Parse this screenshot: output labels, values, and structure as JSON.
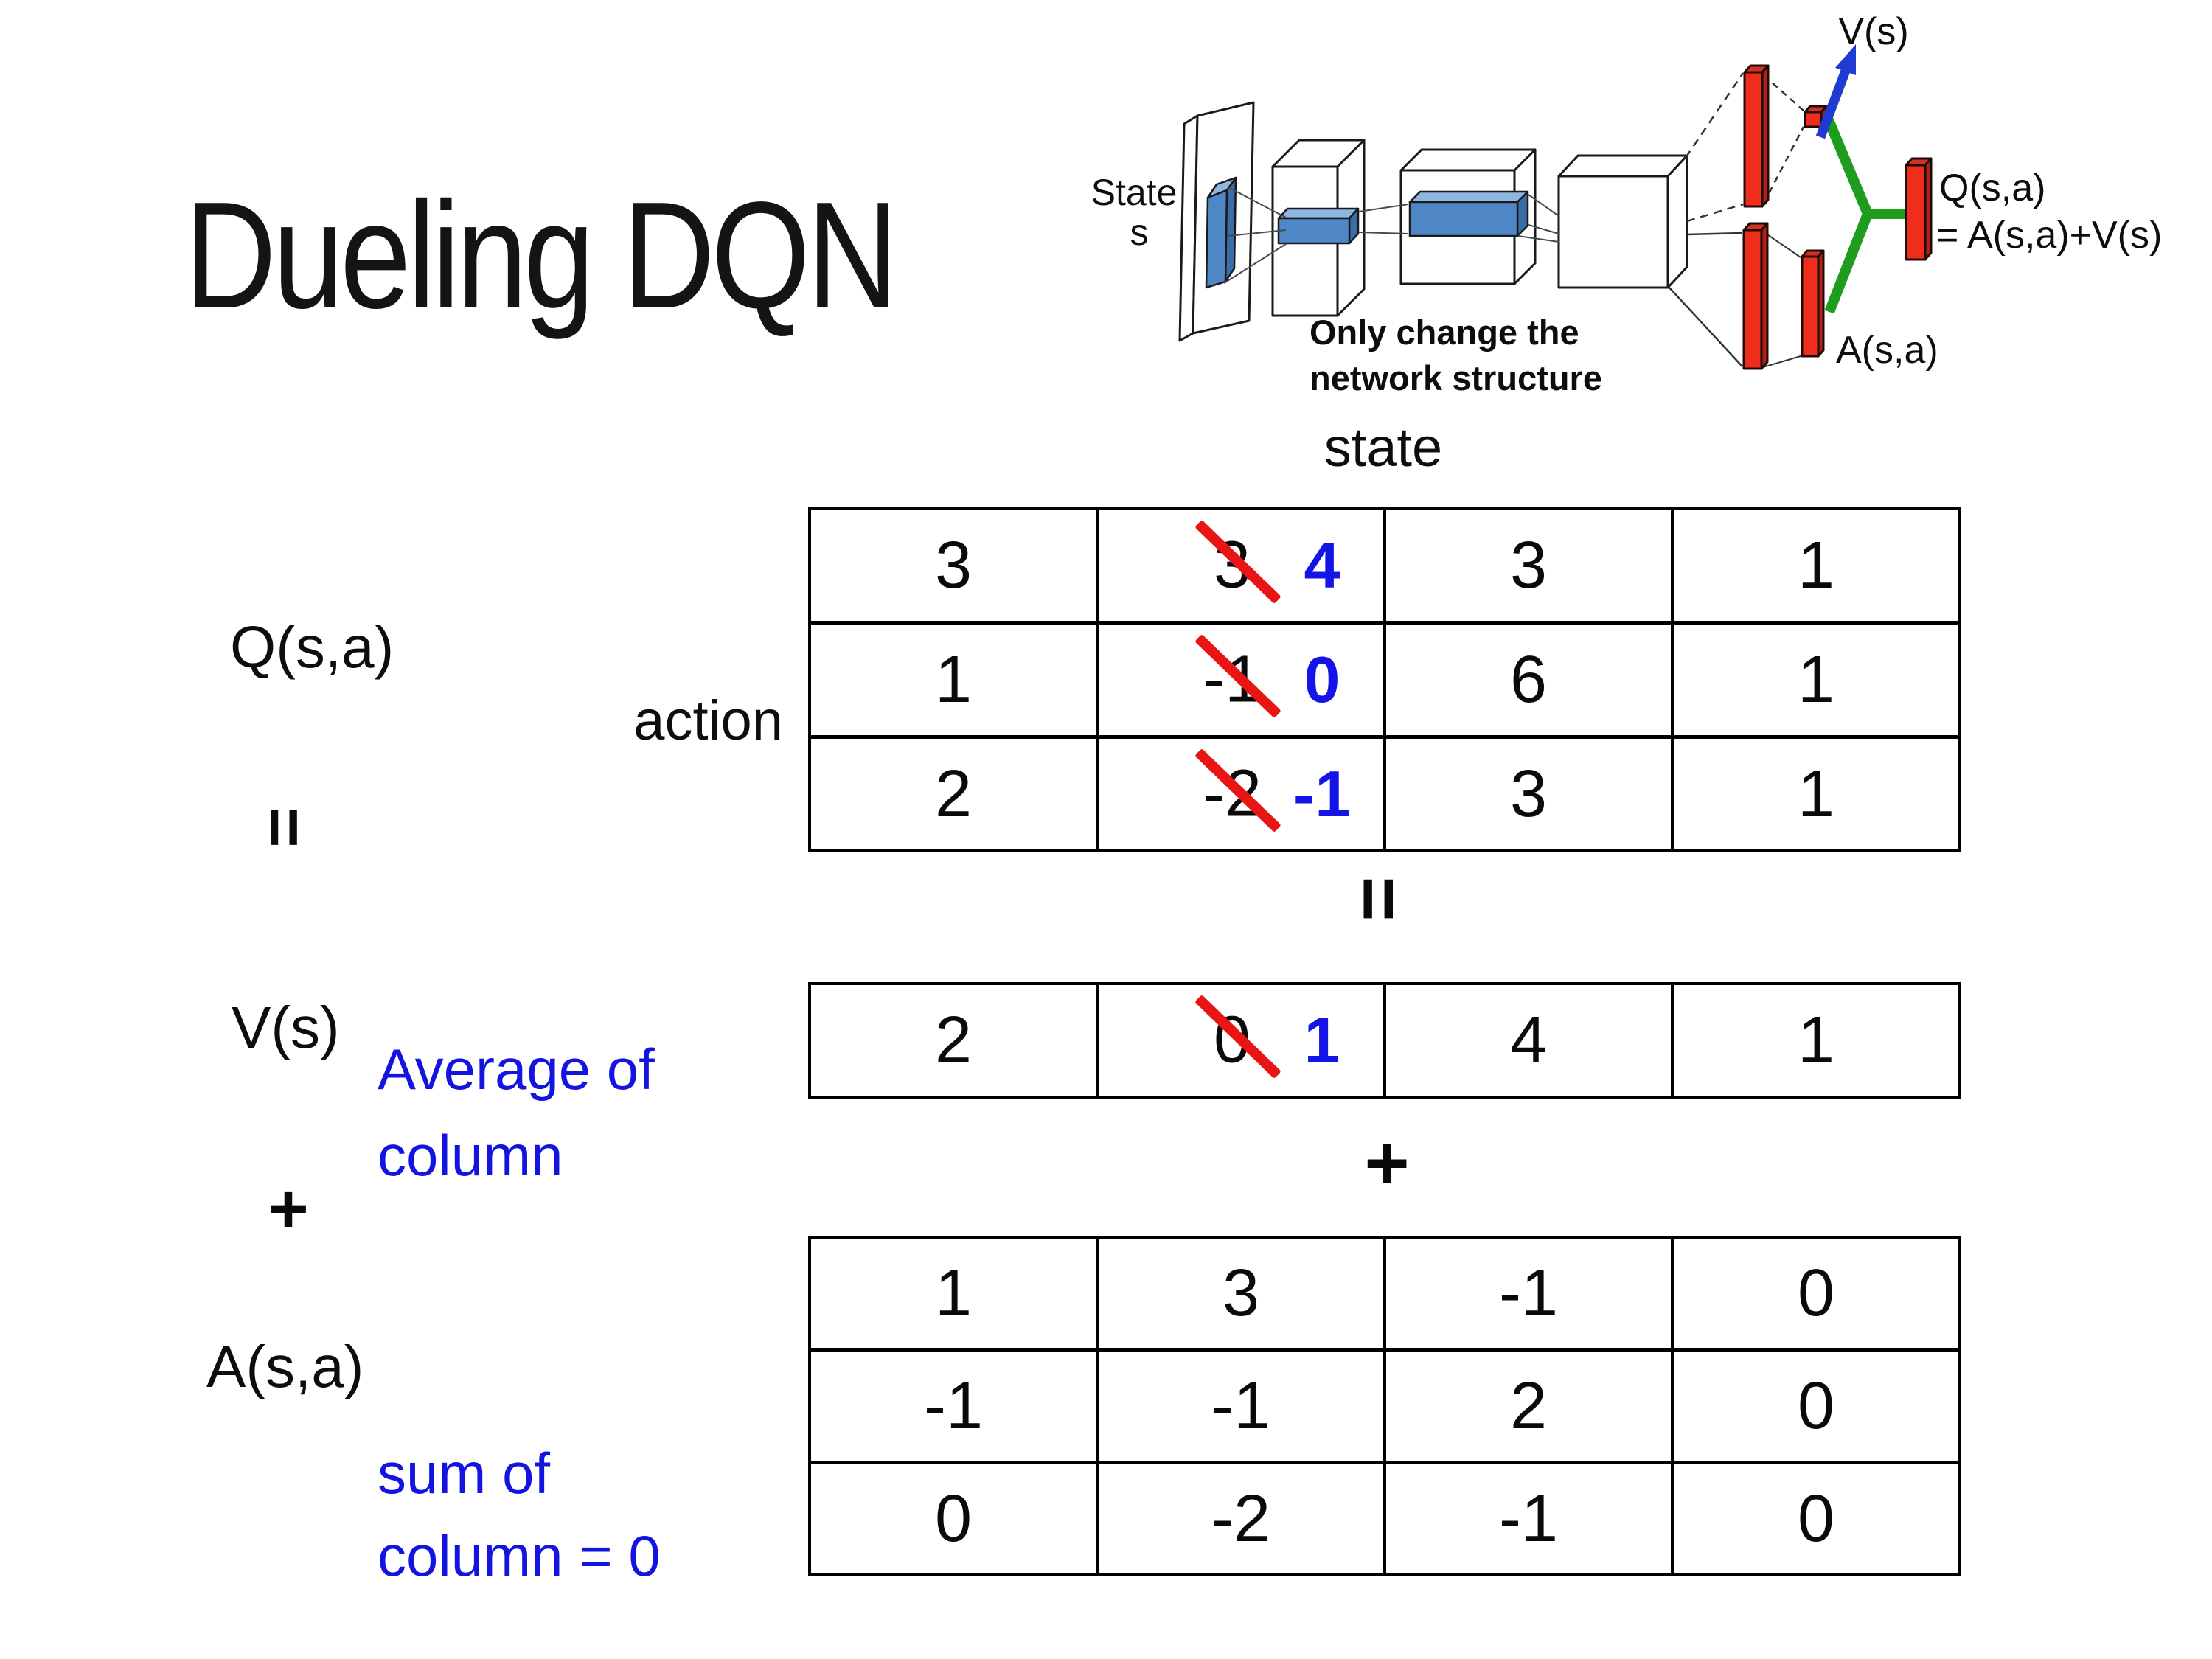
{
  "title": "Dueling DQN",
  "colors": {
    "accent_blue": "#1414e0",
    "strike_red": "#e91414",
    "bar_red": "#ee2d1c",
    "link_green": "#1e9c1e",
    "arrow_blue": "#1f3bd1",
    "conv_blue": "#4f86c6"
  },
  "diagram": {
    "state_line1": "State",
    "state_line2": "s",
    "v_out": "V(s)",
    "q_out_line1": "Q(s,a)",
    "q_out_line2": "= A(s,a)+V(s)",
    "a_out": "A(s,a)",
    "note_line1": "Only change the",
    "note_line2": "network structure"
  },
  "decomposition": {
    "q_label": "Q(s,a)",
    "equals_left": "=",
    "v_label": "V(s)",
    "plus_left": "+",
    "a_label": "A(s,a)",
    "state_header": "state",
    "action_label": "action",
    "equals_mid": "=",
    "plus_mid": "+",
    "avg_line1": "Average of",
    "avg_line2": "column",
    "sum_line1": "sum of",
    "sum_line2": "column = 0"
  },
  "tables": {
    "q": {
      "rows": [
        [
          "3",
          null,
          "3",
          "1"
        ],
        [
          "1",
          null,
          "6",
          "1"
        ],
        [
          "2",
          null,
          "3",
          "1"
        ]
      ],
      "crossed": [
        {
          "old": "3",
          "new": "4"
        },
        {
          "old": "-1",
          "new": "0"
        },
        {
          "old": "-2",
          "new": "-1"
        }
      ]
    },
    "v": {
      "cells": [
        "2",
        null,
        "4",
        "1"
      ],
      "crossed": {
        "old": "0",
        "new": "1"
      }
    },
    "a": {
      "rows": [
        [
          "1",
          "3",
          "-1",
          "0"
        ],
        [
          "-1",
          "-1",
          "2",
          "0"
        ],
        [
          "0",
          "-2",
          "-1",
          "0"
        ]
      ]
    }
  }
}
